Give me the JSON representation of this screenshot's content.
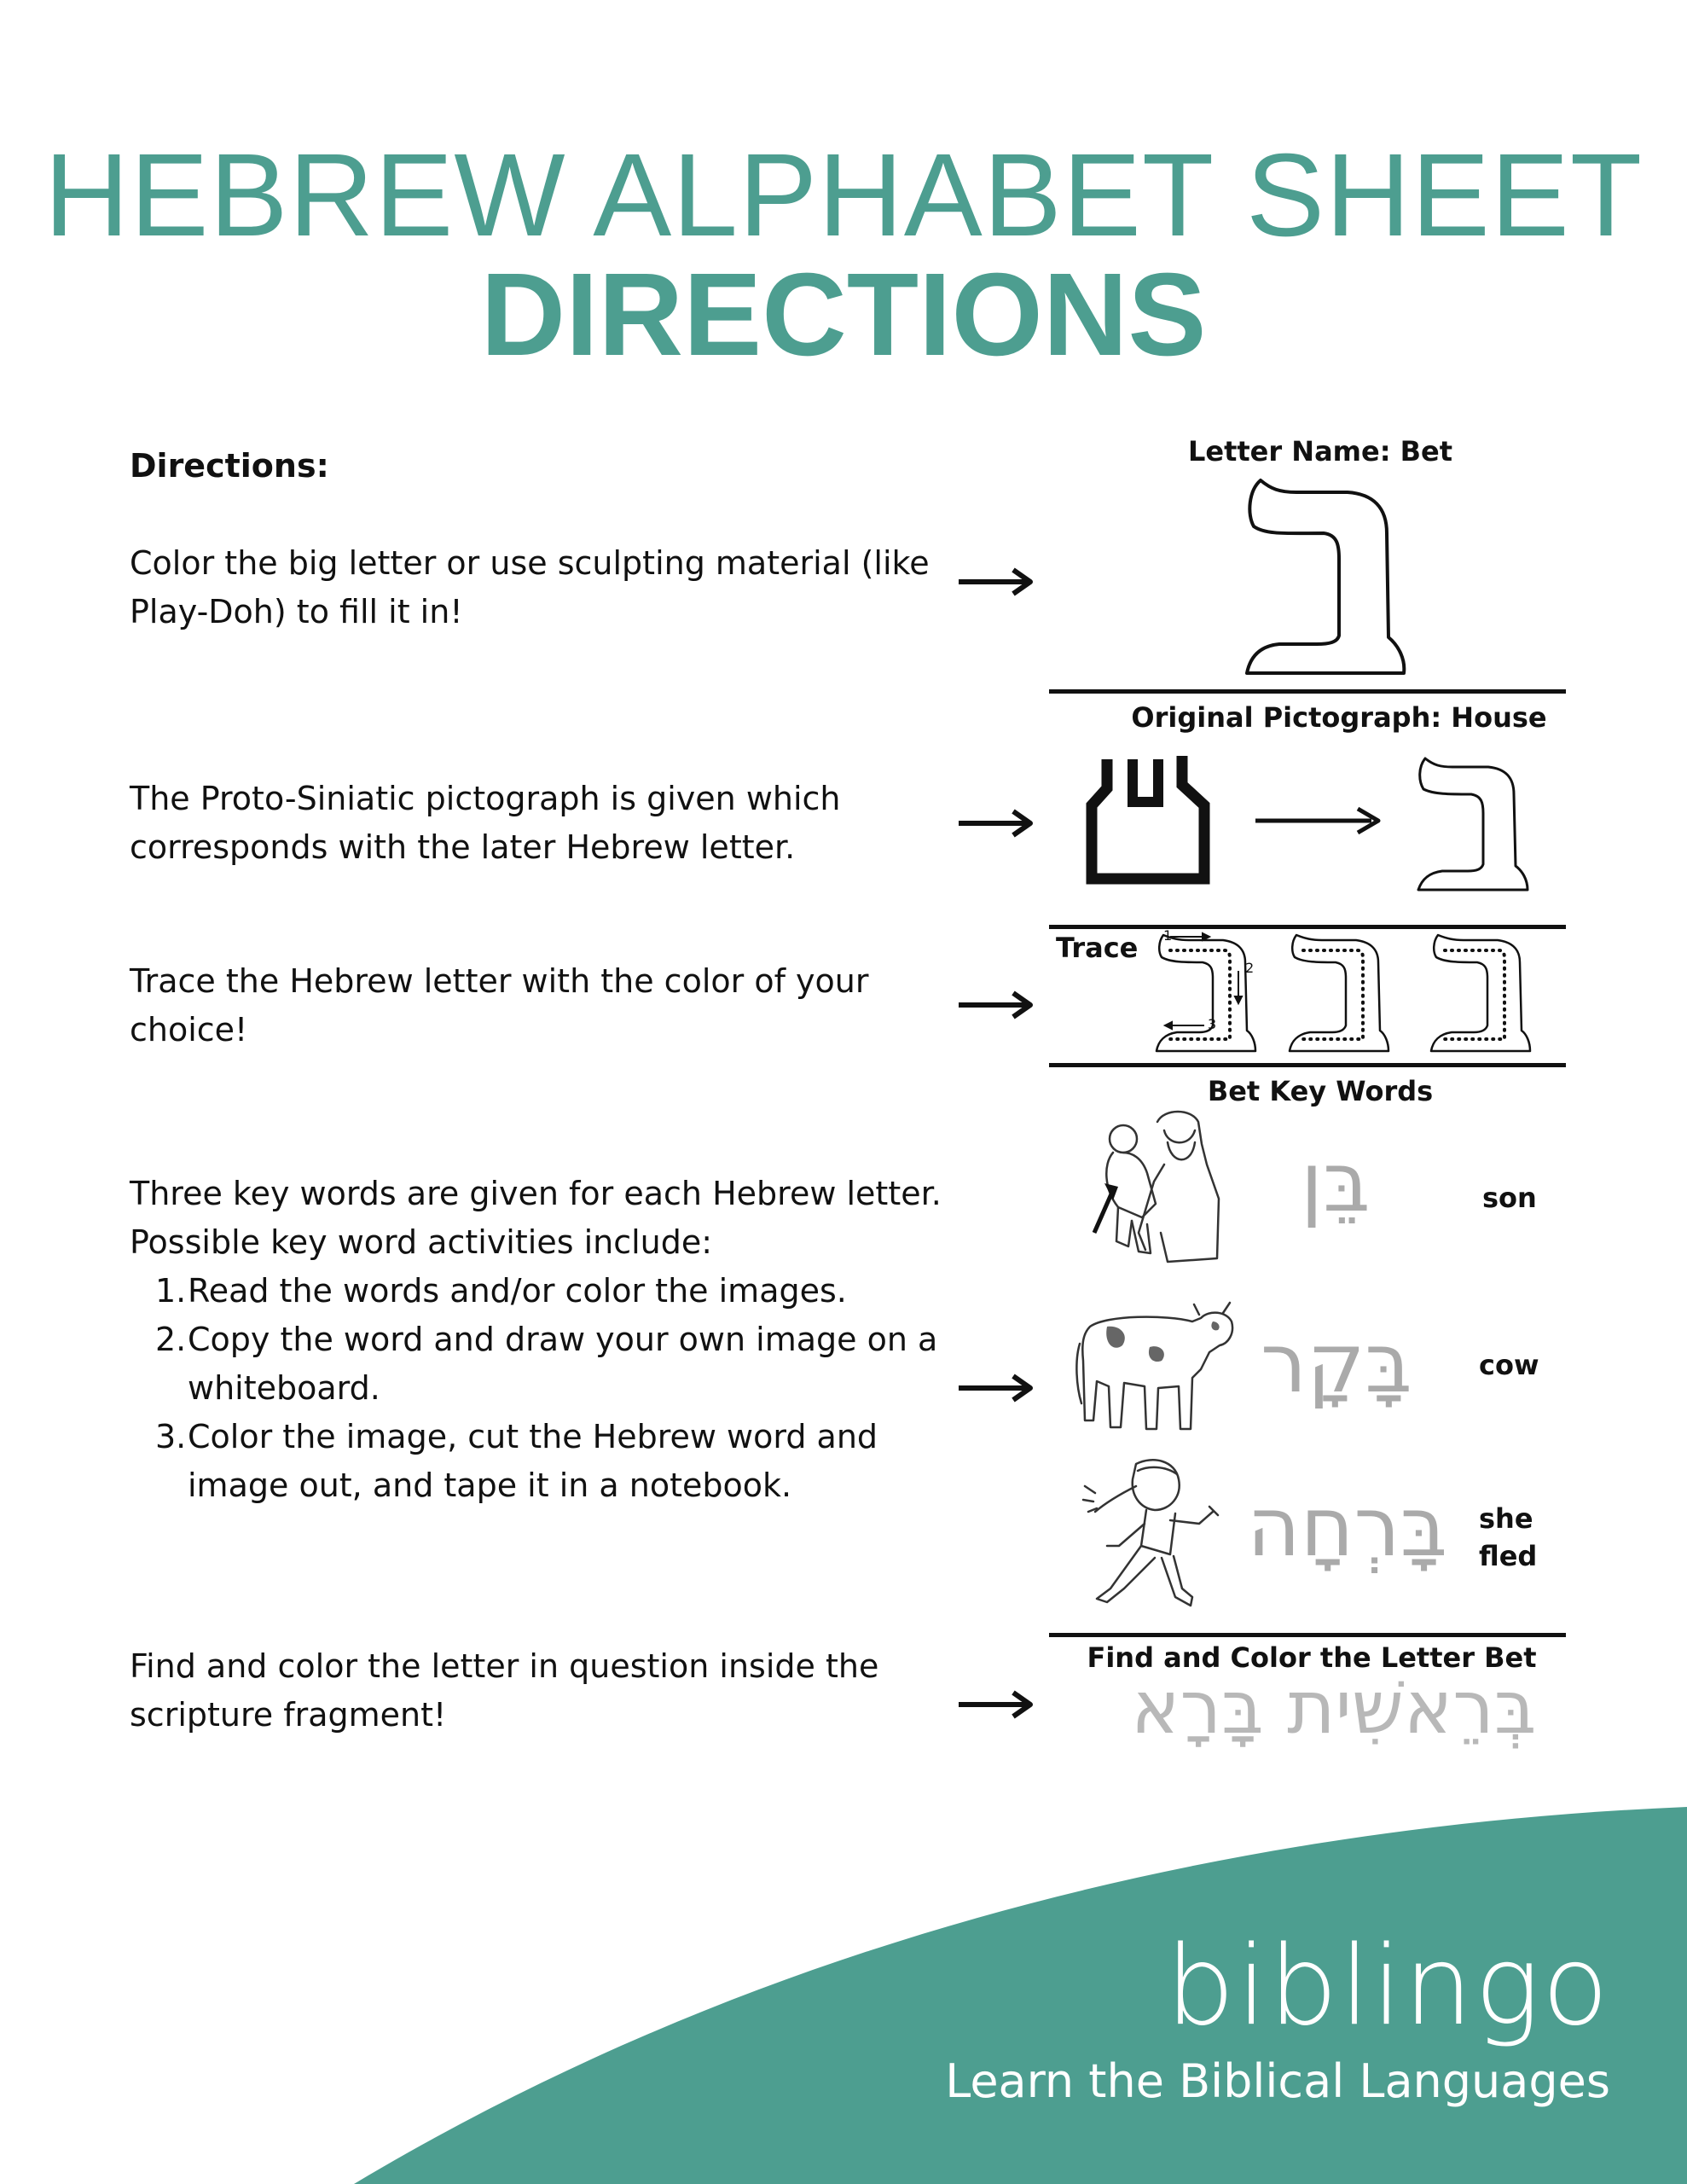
{
  "header": {
    "title_line1": "HEBREW ALPHABET SHEET",
    "title_line2": "DIRECTIONS"
  },
  "directions": {
    "heading": "Directions:",
    "step1": "Color the big letter or use sculpting material (like Play-Doh) to fill it in!",
    "step2": "The Proto-Siniatic pictograph is given which corresponds with the later Hebrew letter.",
    "step3": "Trace the Hebrew letter with the color of your choice!",
    "step4_intro": "Three key words are given for each Hebrew letter. Possible key word activities include:",
    "step4_items": [
      {
        "num": "1.",
        "text": "Read the words and/or color the images."
      },
      {
        "num": "2.",
        "text": "Copy the word and draw your own image on a whiteboard."
      },
      {
        "num": "3.",
        "text": "Color the image, cut the Hebrew word and image out, and tape it in a notebook."
      }
    ],
    "step5": "Find and color the letter in question inside the scripture fragment!"
  },
  "worksheet": {
    "letter_name_label": "Letter Name: Bet",
    "pictograph_label": "Original Pictograph: House",
    "trace_label": "Trace",
    "trace_steps": [
      "1",
      "2",
      "3"
    ],
    "key_words_label": "Bet Key Words",
    "key_words": [
      {
        "hebrew": "בֵּן",
        "english": "son",
        "image": "father-holding-child-illustration"
      },
      {
        "hebrew": "בָּקָר",
        "english": "cow",
        "image": "cow-illustration"
      },
      {
        "hebrew": "בָּרְחָה",
        "english": "she fled",
        "image": "running-woman-illustration"
      }
    ],
    "find_label": "Find and Color the Letter Bet",
    "scripture_fragment": "בְּרֵאשִׁית בָּרָא"
  },
  "footer": {
    "brand": "biblingo",
    "tagline": "Learn the Biblical Languages",
    "accent_color": "#4d9e90"
  }
}
